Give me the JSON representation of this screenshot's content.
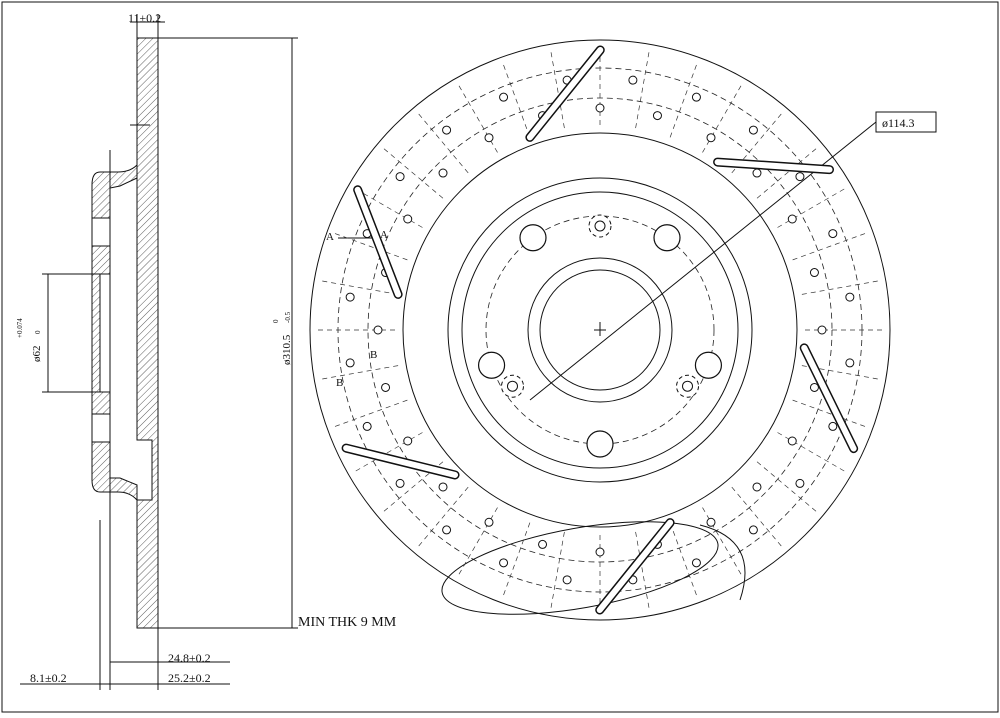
{
  "drawing": {
    "dim_flange_thk": "11±0.2",
    "dim_hub_bore": "ø62",
    "dim_hub_bore_tol_upper": "+0.074",
    "dim_hub_bore_tol_lower": "0",
    "dim_outer_dia": "ø310.5",
    "dim_outer_dia_tol_upper": "0",
    "dim_outer_dia_tol_lower": "-0.5",
    "dim_bolt_circle": "ø114.3",
    "min_thickness_note": "MIN THK 9 MM",
    "dim_offset_1": "24.8±0.2",
    "dim_offset_2": "25.2±0.2",
    "dim_hat_thk": "8.1±0.2",
    "section_a_label": "A",
    "section_b_label": "B"
  }
}
